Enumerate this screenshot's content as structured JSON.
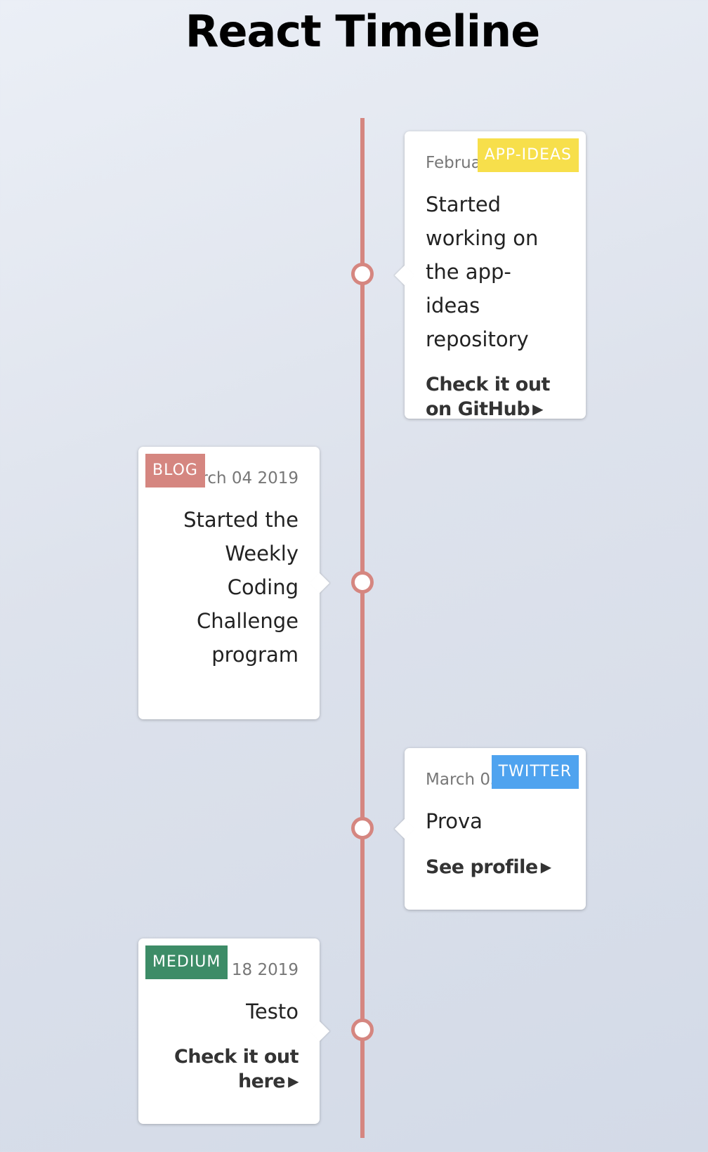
{
  "page": {
    "title": "React Timeline"
  },
  "colors": {
    "line": "#d58680",
    "tag_app_ideas": "#f7df4b",
    "tag_blog": "#d58680",
    "tag_twitter": "#4fa3ef",
    "tag_medium": "#3d8c67"
  },
  "events": [
    {
      "tag": "APP-IDEAS",
      "date": "February 25 2019",
      "text": "Started working on the app-ideas repository",
      "link": "Check it out on GitHub",
      "link_icon": "play-arrow-icon"
    },
    {
      "tag": "BLOG",
      "date": "March 04 2019",
      "text": "Started the Weekly Coding Challenge program",
      "link": "",
      "link_icon": ""
    },
    {
      "tag": "TWITTER",
      "date": "March 03 2019",
      "text": "Prova",
      "link": "See profile",
      "link_icon": "play-arrow-icon"
    },
    {
      "tag": "MEDIUM",
      "date": "February 18 2019",
      "text": "Testo",
      "link": "Check it out here",
      "link_icon": "play-arrow-icon"
    }
  ]
}
